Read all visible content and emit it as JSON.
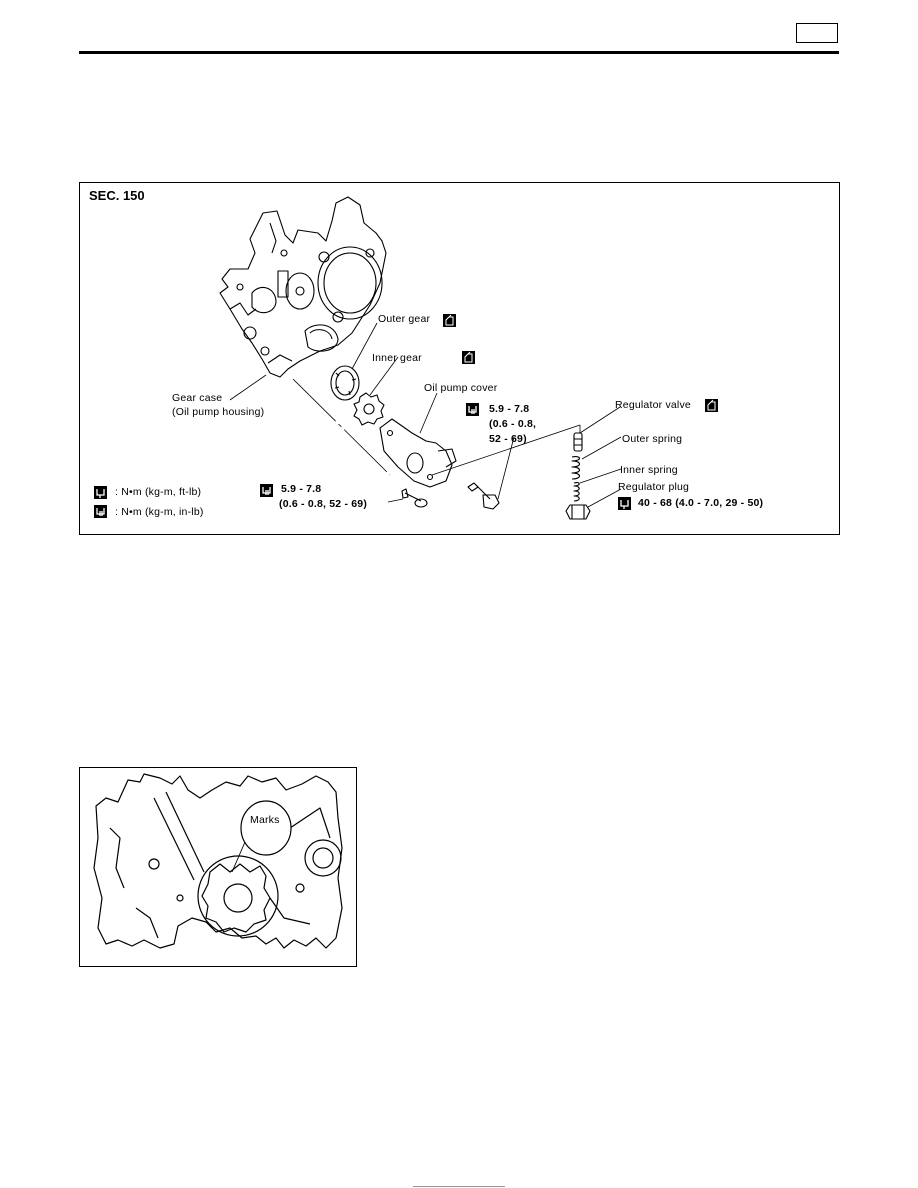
{
  "figure1": {
    "section": "SEC. 150",
    "labels": {
      "outer_gear": "Outer gear",
      "inner_gear": "Inner gear",
      "oil_pump_cover": "Oil pump cover",
      "gear_case_line1": "Gear case",
      "gear_case_line2": "(Oil pump housing)",
      "regulator_valve": "Regulator valve",
      "outer_spring": "Outer spring",
      "inner_spring": "Inner spring",
      "regulator_plug": "Regulator plug"
    },
    "torques": {
      "cover_bolt_line1": "5.9 - 7.8",
      "cover_bolt_line2": "(0.6 - 0.8,",
      "cover_bolt_line3": "52 - 69)",
      "screw_line1": "5.9 - 7.8",
      "screw_line2": "(0.6 - 0.8, 52 - 69)",
      "plug": "40 - 68 (4.0 - 7.0, 29 - 50)"
    },
    "legend": {
      "ft_lb": ": N•m (kg-m, ft-lb)",
      "in_lb": ": N•m (kg-m, in-lb)"
    },
    "icons": {
      "lubricate": "oil-can-icon",
      "torque_ft_lb": "torque-wrench-icon",
      "torque_in_lb": "torque-wrench-in-lb-icon"
    }
  },
  "figure2": {
    "marks_label": "Marks"
  }
}
